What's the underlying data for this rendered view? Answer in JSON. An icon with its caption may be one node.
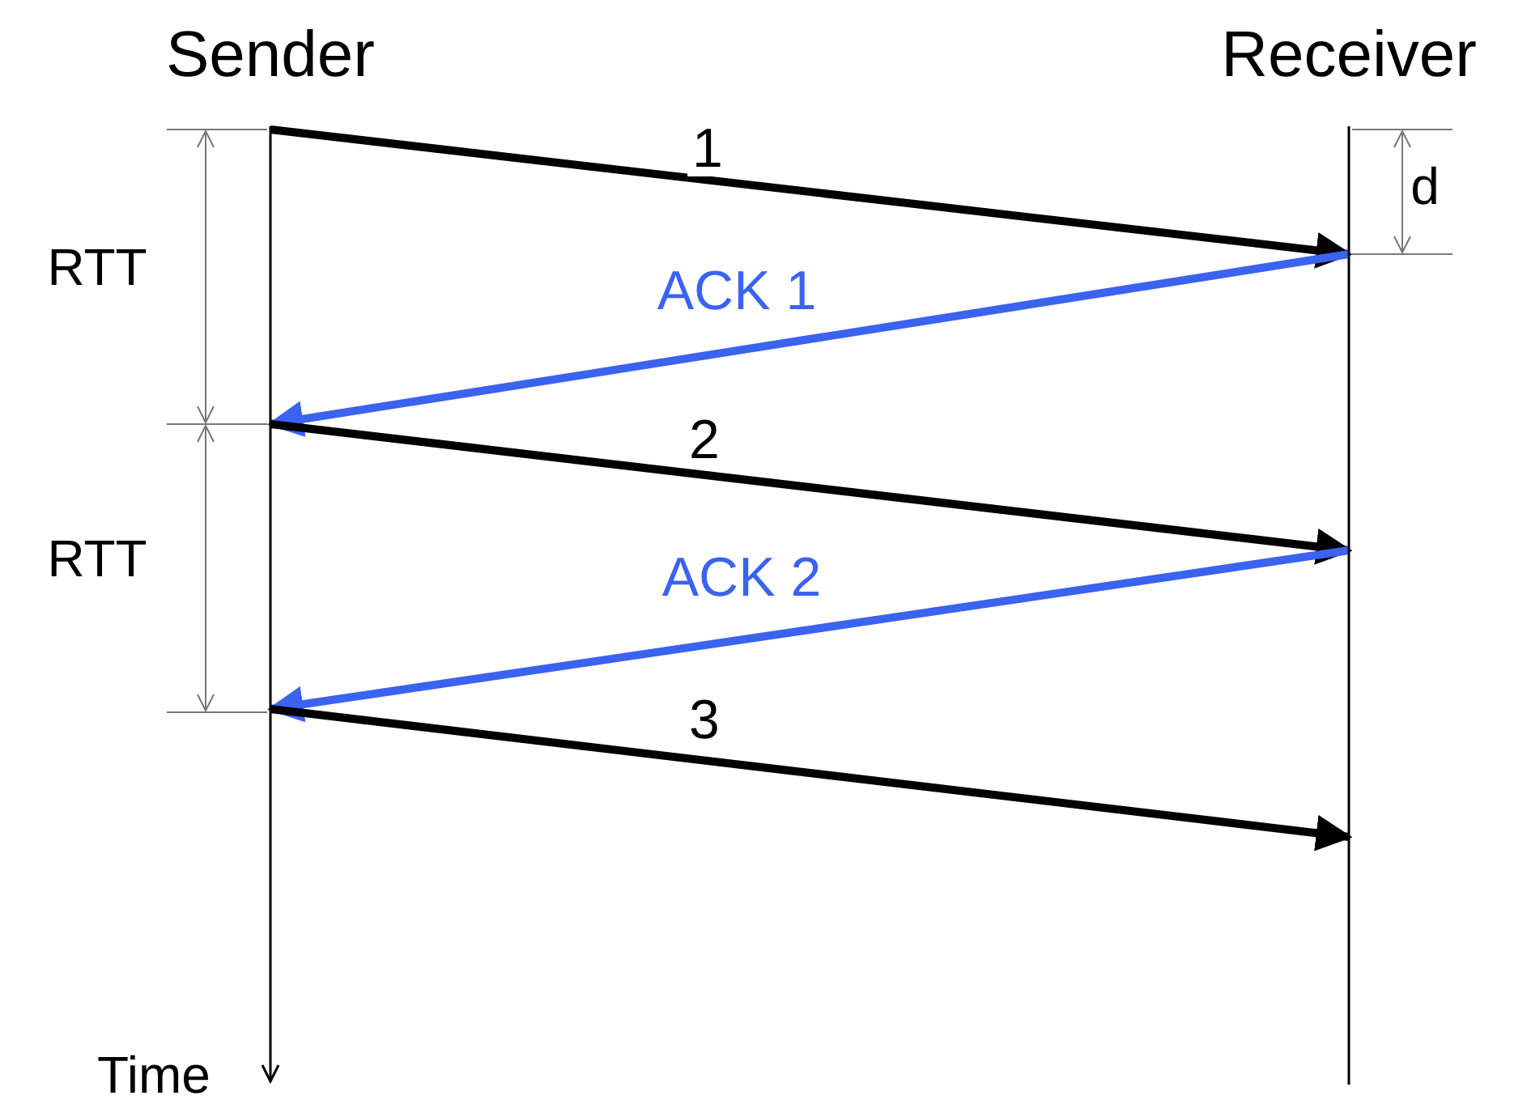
{
  "diagram": {
    "nodes": [
      {
        "text": [
          "Sender"
        ]
      },
      {
        "text": [
          "Receiver"
        ]
      }
    ],
    "edges": [
      {
        "from": 0,
        "to": 1,
        "arrow": "to",
        "label": "1"
      },
      {
        "from": 1,
        "to": 0,
        "arrow": "to",
        "label": "ACK 1",
        "color": "#3b63f0"
      },
      {
        "from": 0,
        "to": 1,
        "arrow": "to",
        "label": "2"
      },
      {
        "from": 1,
        "to": 0,
        "arrow": "to",
        "label": "ACK 2",
        "color": "#3b63f0"
      },
      {
        "from": 0,
        "to": 1,
        "arrow": "to",
        "label": "3"
      }
    ],
    "labels": [
      "d",
      "RTT",
      "RTT",
      "Time"
    ]
  }
}
